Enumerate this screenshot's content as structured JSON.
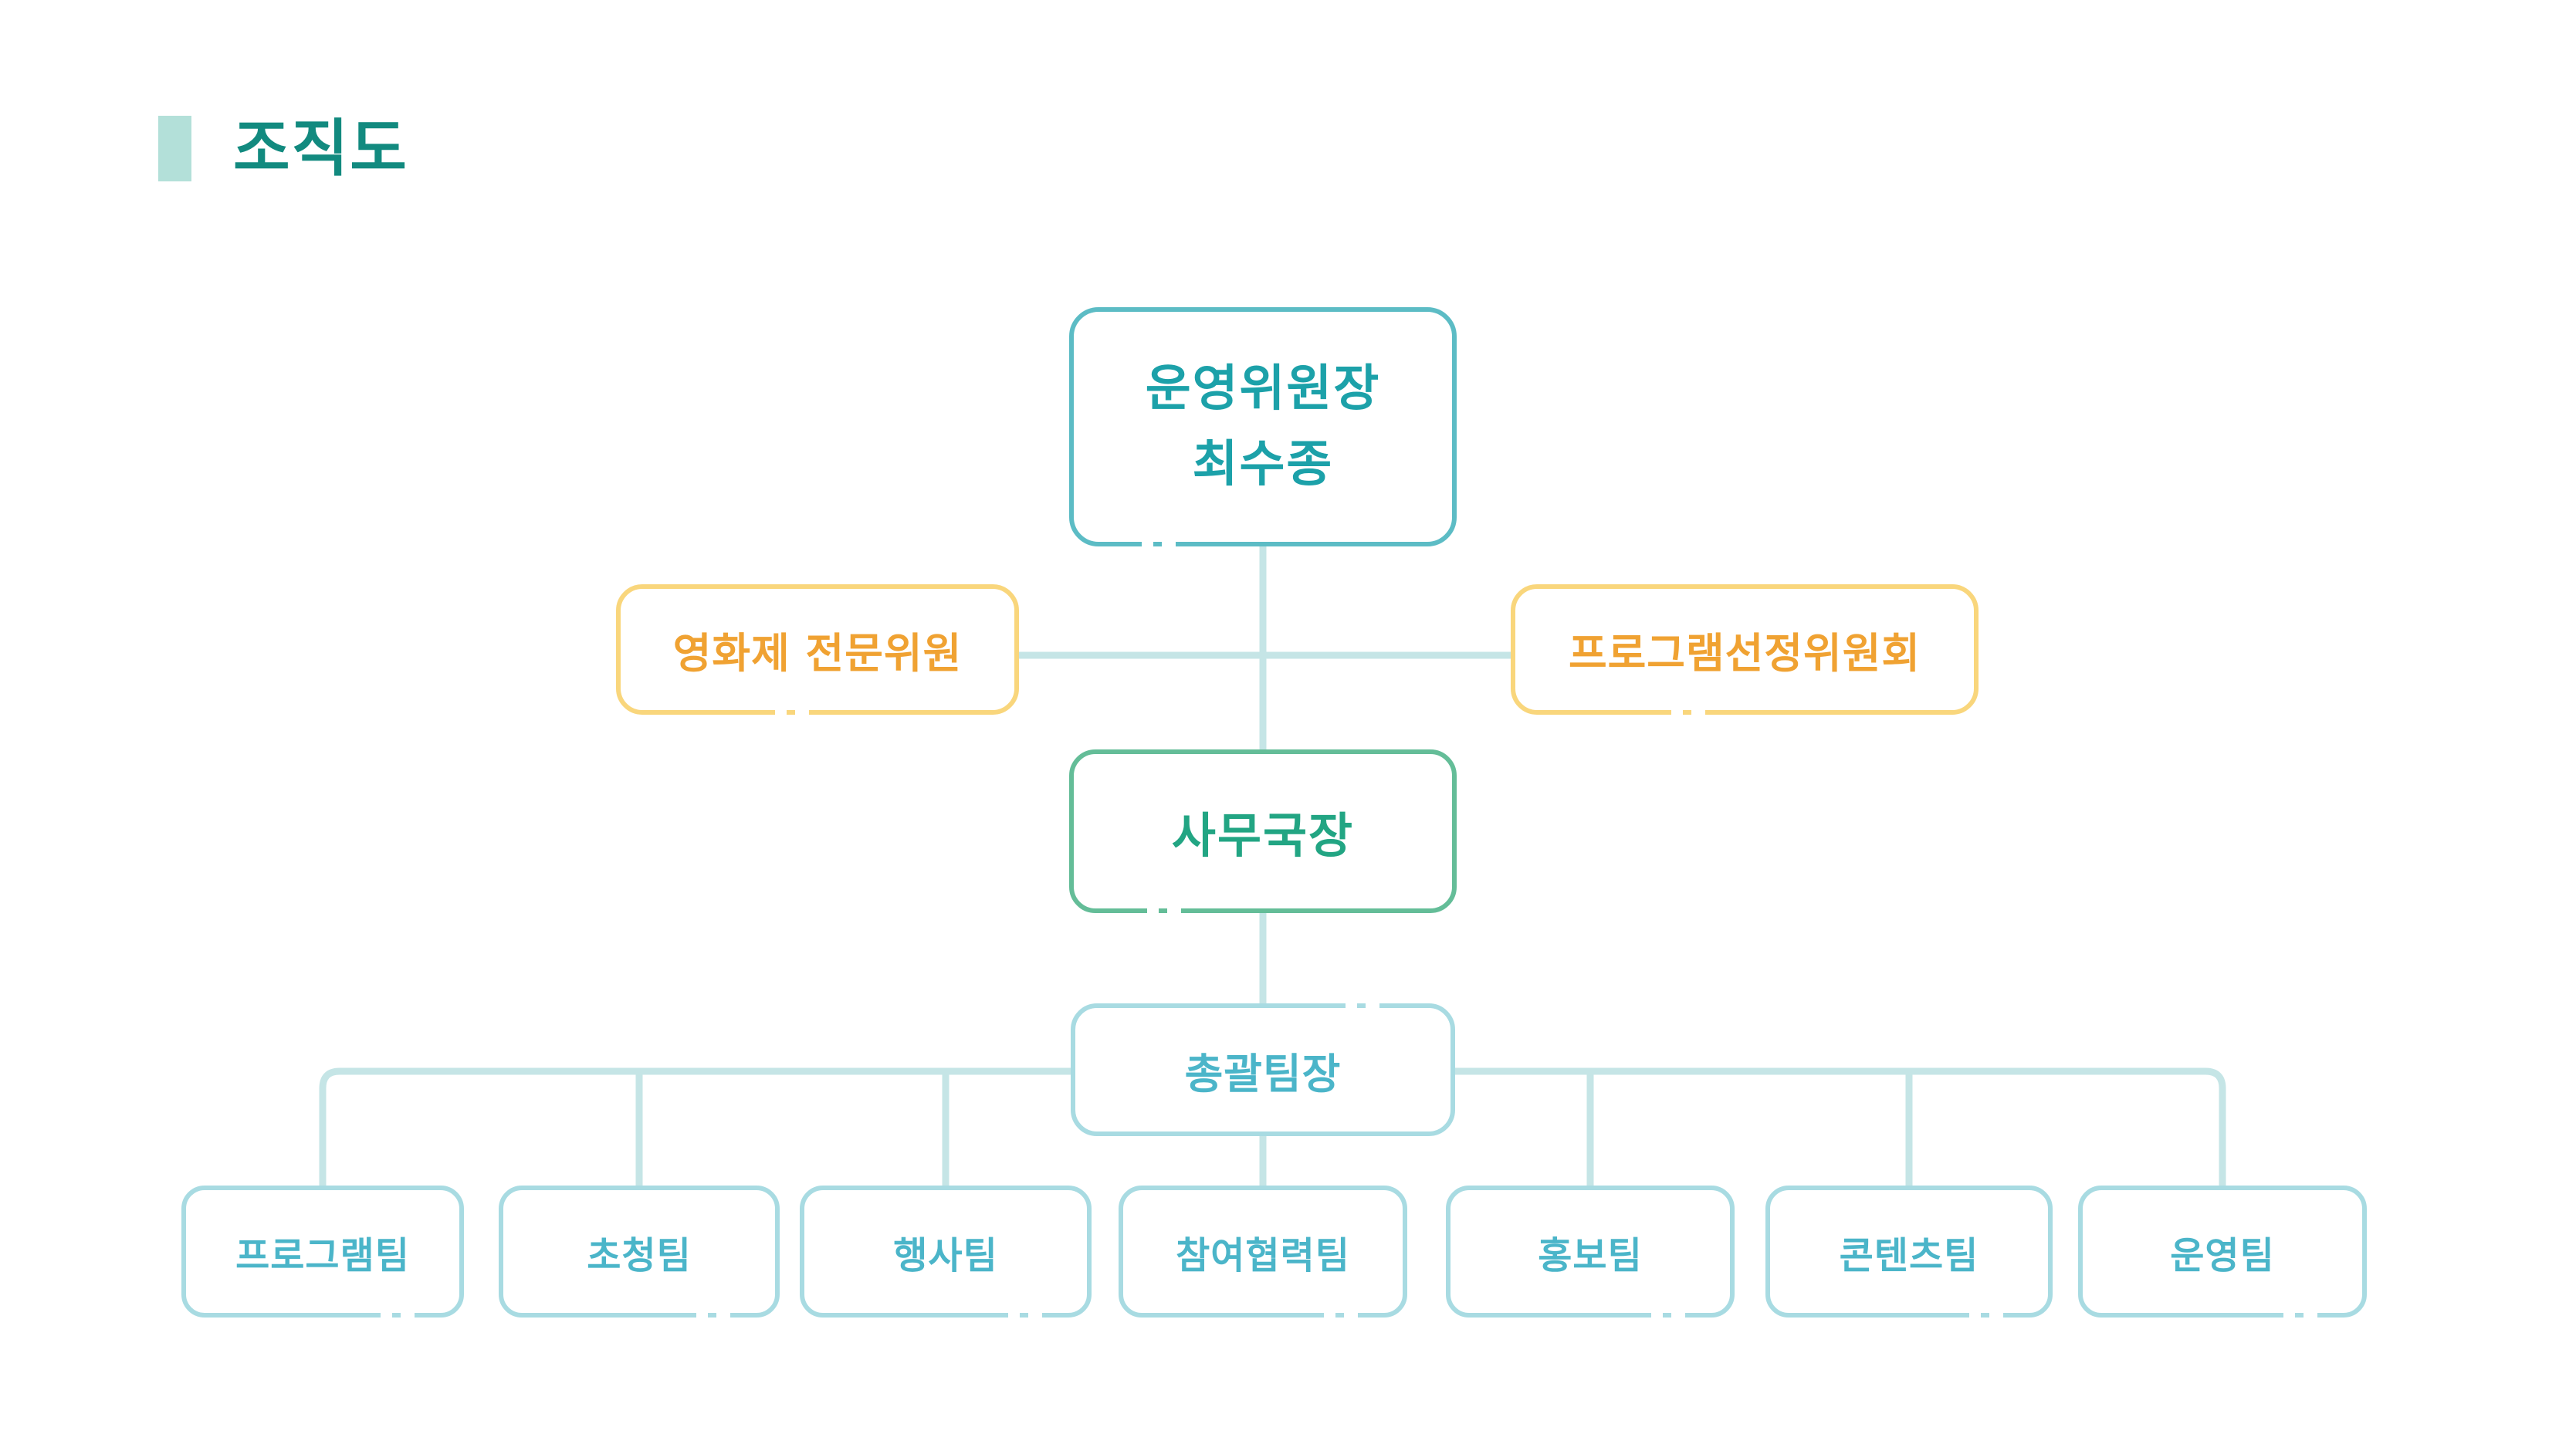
{
  "header": {
    "title": "조직도"
  },
  "org_chart": {
    "chair": {
      "role": "운영위원장",
      "name": "최수종"
    },
    "advisory": [
      {
        "label": "영화제 전문위원"
      },
      {
        "label": "프로그램선정위원회"
      }
    ],
    "secretary_general": {
      "label": "사무국장"
    },
    "team_lead": {
      "label": "총괄팀장"
    },
    "teams": [
      {
        "label": "프로그램팀"
      },
      {
        "label": "초청팀"
      },
      {
        "label": "행사팀"
      },
      {
        "label": "참여협력팀"
      },
      {
        "label": "홍보팀"
      },
      {
        "label": "콘텐츠팀"
      },
      {
        "label": "운영팀"
      }
    ]
  },
  "colors": {
    "title": "#128a7f",
    "title_accent": "#b3e0d9",
    "chair": "#5cbcc5",
    "chair_text": "#1ca1a9",
    "advisory": "#f9d67c",
    "advisory_text": "#f0a232",
    "secretary_general": "#64bd98",
    "secretary_general_text": "#22a583",
    "team": "#a8dbe2",
    "team_text": "#4bb5c9",
    "connector": "#c5e5e6"
  }
}
